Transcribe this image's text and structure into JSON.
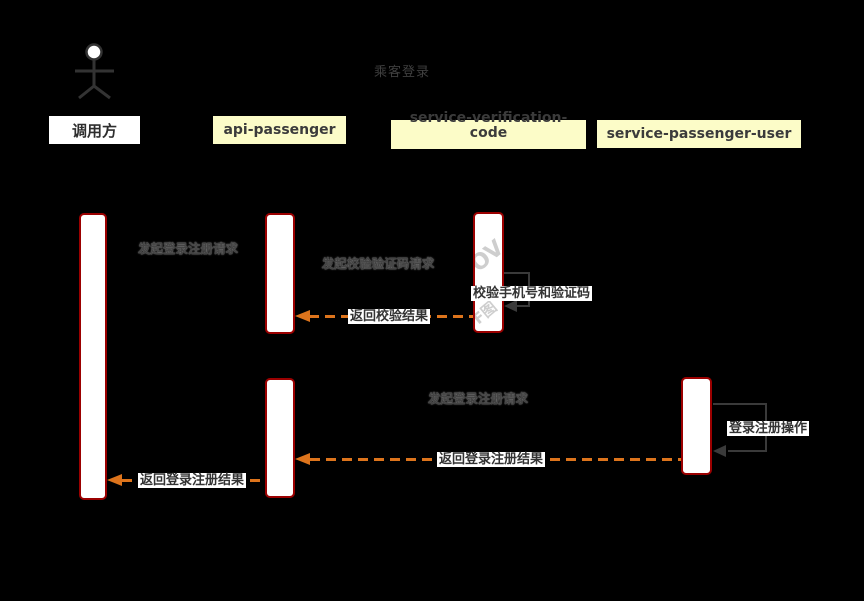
{
  "title": "乘客登录",
  "participants": [
    {
      "id": "caller",
      "label": "调用方",
      "type": "actor"
    },
    {
      "id": "api-passenger",
      "label": "api-passenger",
      "type": "service"
    },
    {
      "id": "service-verification-code",
      "label": "service-verification-code",
      "type": "service"
    },
    {
      "id": "service-passenger-user",
      "label": "service-passenger-user",
      "type": "service"
    }
  ],
  "messages": [
    {
      "from": "调用方",
      "to": "api-passenger",
      "label": "发起登录注册请求",
      "kind": "request"
    },
    {
      "from": "api-passenger",
      "to": "service-verification-code",
      "label": "发起校验验证码请求",
      "kind": "request"
    },
    {
      "from": "service-verification-code",
      "to": "service-verification-code",
      "label": "校验手机号和验证码",
      "kind": "self"
    },
    {
      "from": "service-verification-code",
      "to": "api-passenger",
      "label": "返回校验结果",
      "kind": "return"
    },
    {
      "from": "api-passenger",
      "to": "service-passenger-user",
      "label": "发起登录注册请求",
      "kind": "request"
    },
    {
      "from": "service-passenger-user",
      "to": "service-passenger-user",
      "label": "登录注册操作",
      "kind": "self"
    },
    {
      "from": "service-passenger-user",
      "to": "api-passenger",
      "label": "返回登录注册结果",
      "kind": "return"
    },
    {
      "from": "api-passenger",
      "to": "调用方",
      "label": "返回登录注册结果",
      "kind": "return"
    }
  ],
  "watermark": {
    "fragments": [
      "OV",
      "F图"
    ]
  },
  "colors": {
    "background": "#000000",
    "participant_fill": "#FCFCC8",
    "actor_label_fill": "#FFFFFF",
    "activation_fill": "#FFFFFF",
    "activation_border": "#9B0000",
    "return_arrow": "#DD741C",
    "self_arrow": "#3A3A3A",
    "text": "#3B3B3B"
  }
}
